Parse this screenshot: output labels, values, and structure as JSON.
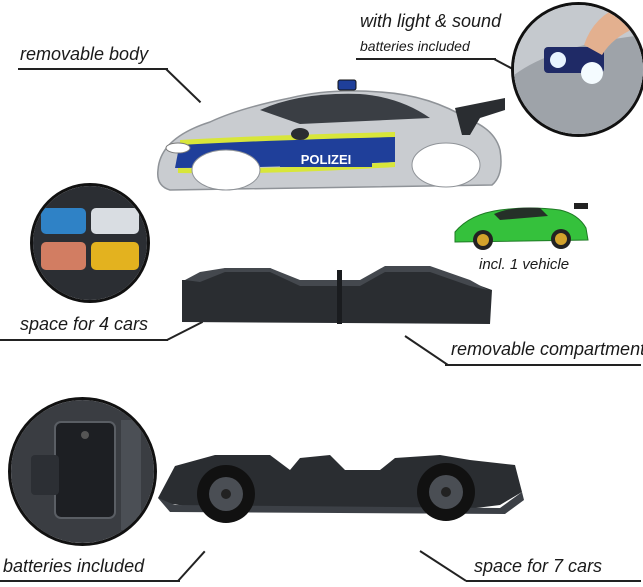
{
  "labels": {
    "removable_body": "removable body",
    "light_sound": "with light & sound",
    "light_batteries": "batteries included",
    "incl_vehicle": "incl. 1 vehicle",
    "space_4": "space for 4 cars",
    "compartment": "removable compartment",
    "batteries": "batteries included",
    "space_7": "space for 7 cars"
  },
  "police_text": "POLIZEI",
  "colors": {
    "body_silver": "#c9ccd0",
    "stripe_blue": "#1f3f9a",
    "stripe_yellow": "#d8e63a",
    "green_car": "#35c13c",
    "dark_plastic": "#2a2d31"
  }
}
